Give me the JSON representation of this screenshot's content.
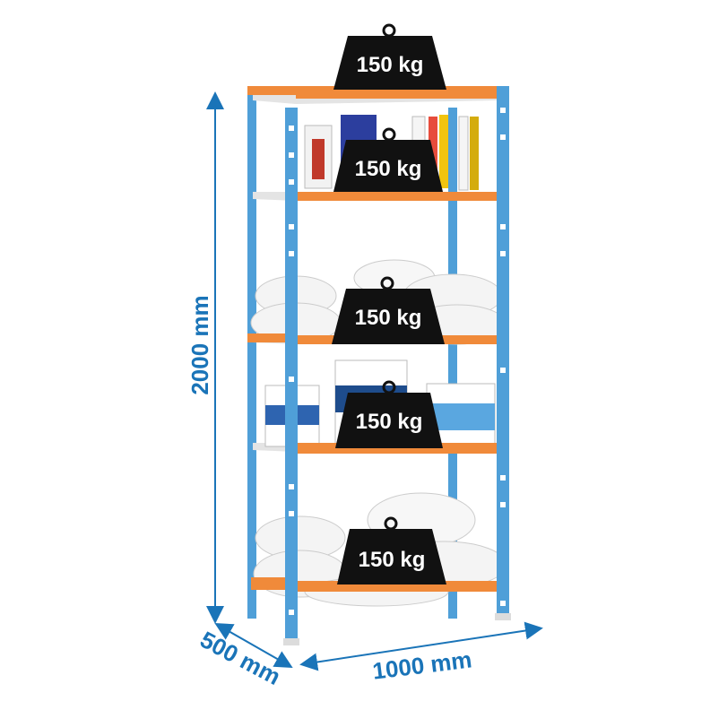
{
  "dimensions": {
    "height": "2000 mm",
    "width": "1000 mm",
    "depth": "500 mm"
  },
  "shelves": [
    {
      "load": "150 kg"
    },
    {
      "load": "150 kg"
    },
    {
      "load": "150 kg"
    },
    {
      "load": "150 kg"
    },
    {
      "load": "150 kg"
    }
  ],
  "colors": {
    "upright": "#4f9fd8",
    "beam": "#f08a3a",
    "dimension": "#1a74b8",
    "weight": "#111111"
  }
}
